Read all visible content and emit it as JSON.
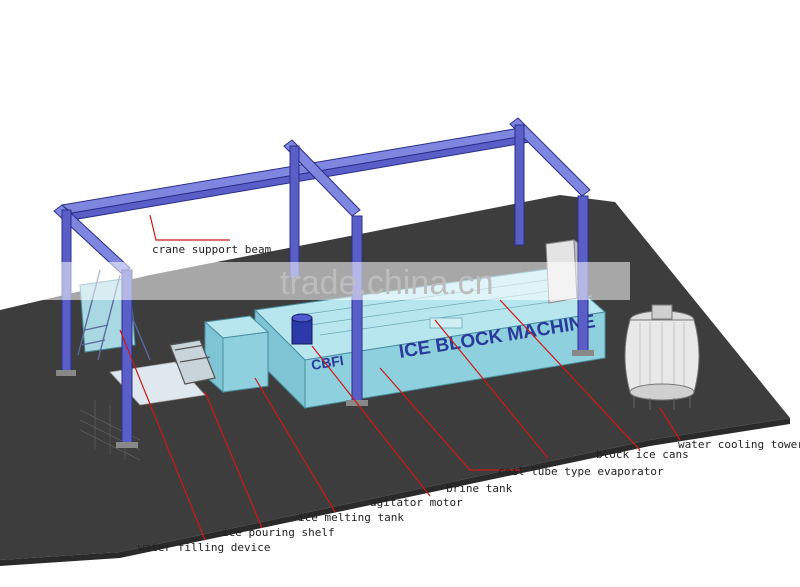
{
  "machine": {
    "title": "ICE BLOCK MACHINE",
    "brand": "CBFI"
  },
  "watermark": "trade.china.cn",
  "labels": {
    "crane_support_beam": "crane support beam",
    "block_ice_cans": "block ice cans",
    "water_cooling_tower": "water cooling tower",
    "coil_tube_type_evaporator": "coil tube type evaporator",
    "brine_tank": "brine tank",
    "agitator_motor": "agitator motor",
    "ice_melting_tank": "ice melting tank",
    "ice_pouring_shelf": "ice pouring shelf",
    "water_filling_device": "water filling device"
  },
  "colors": {
    "floor": "#3d3d3d",
    "frame": "#5a5fc8",
    "tank": "#8fd0de",
    "leader": "#d01818"
  }
}
